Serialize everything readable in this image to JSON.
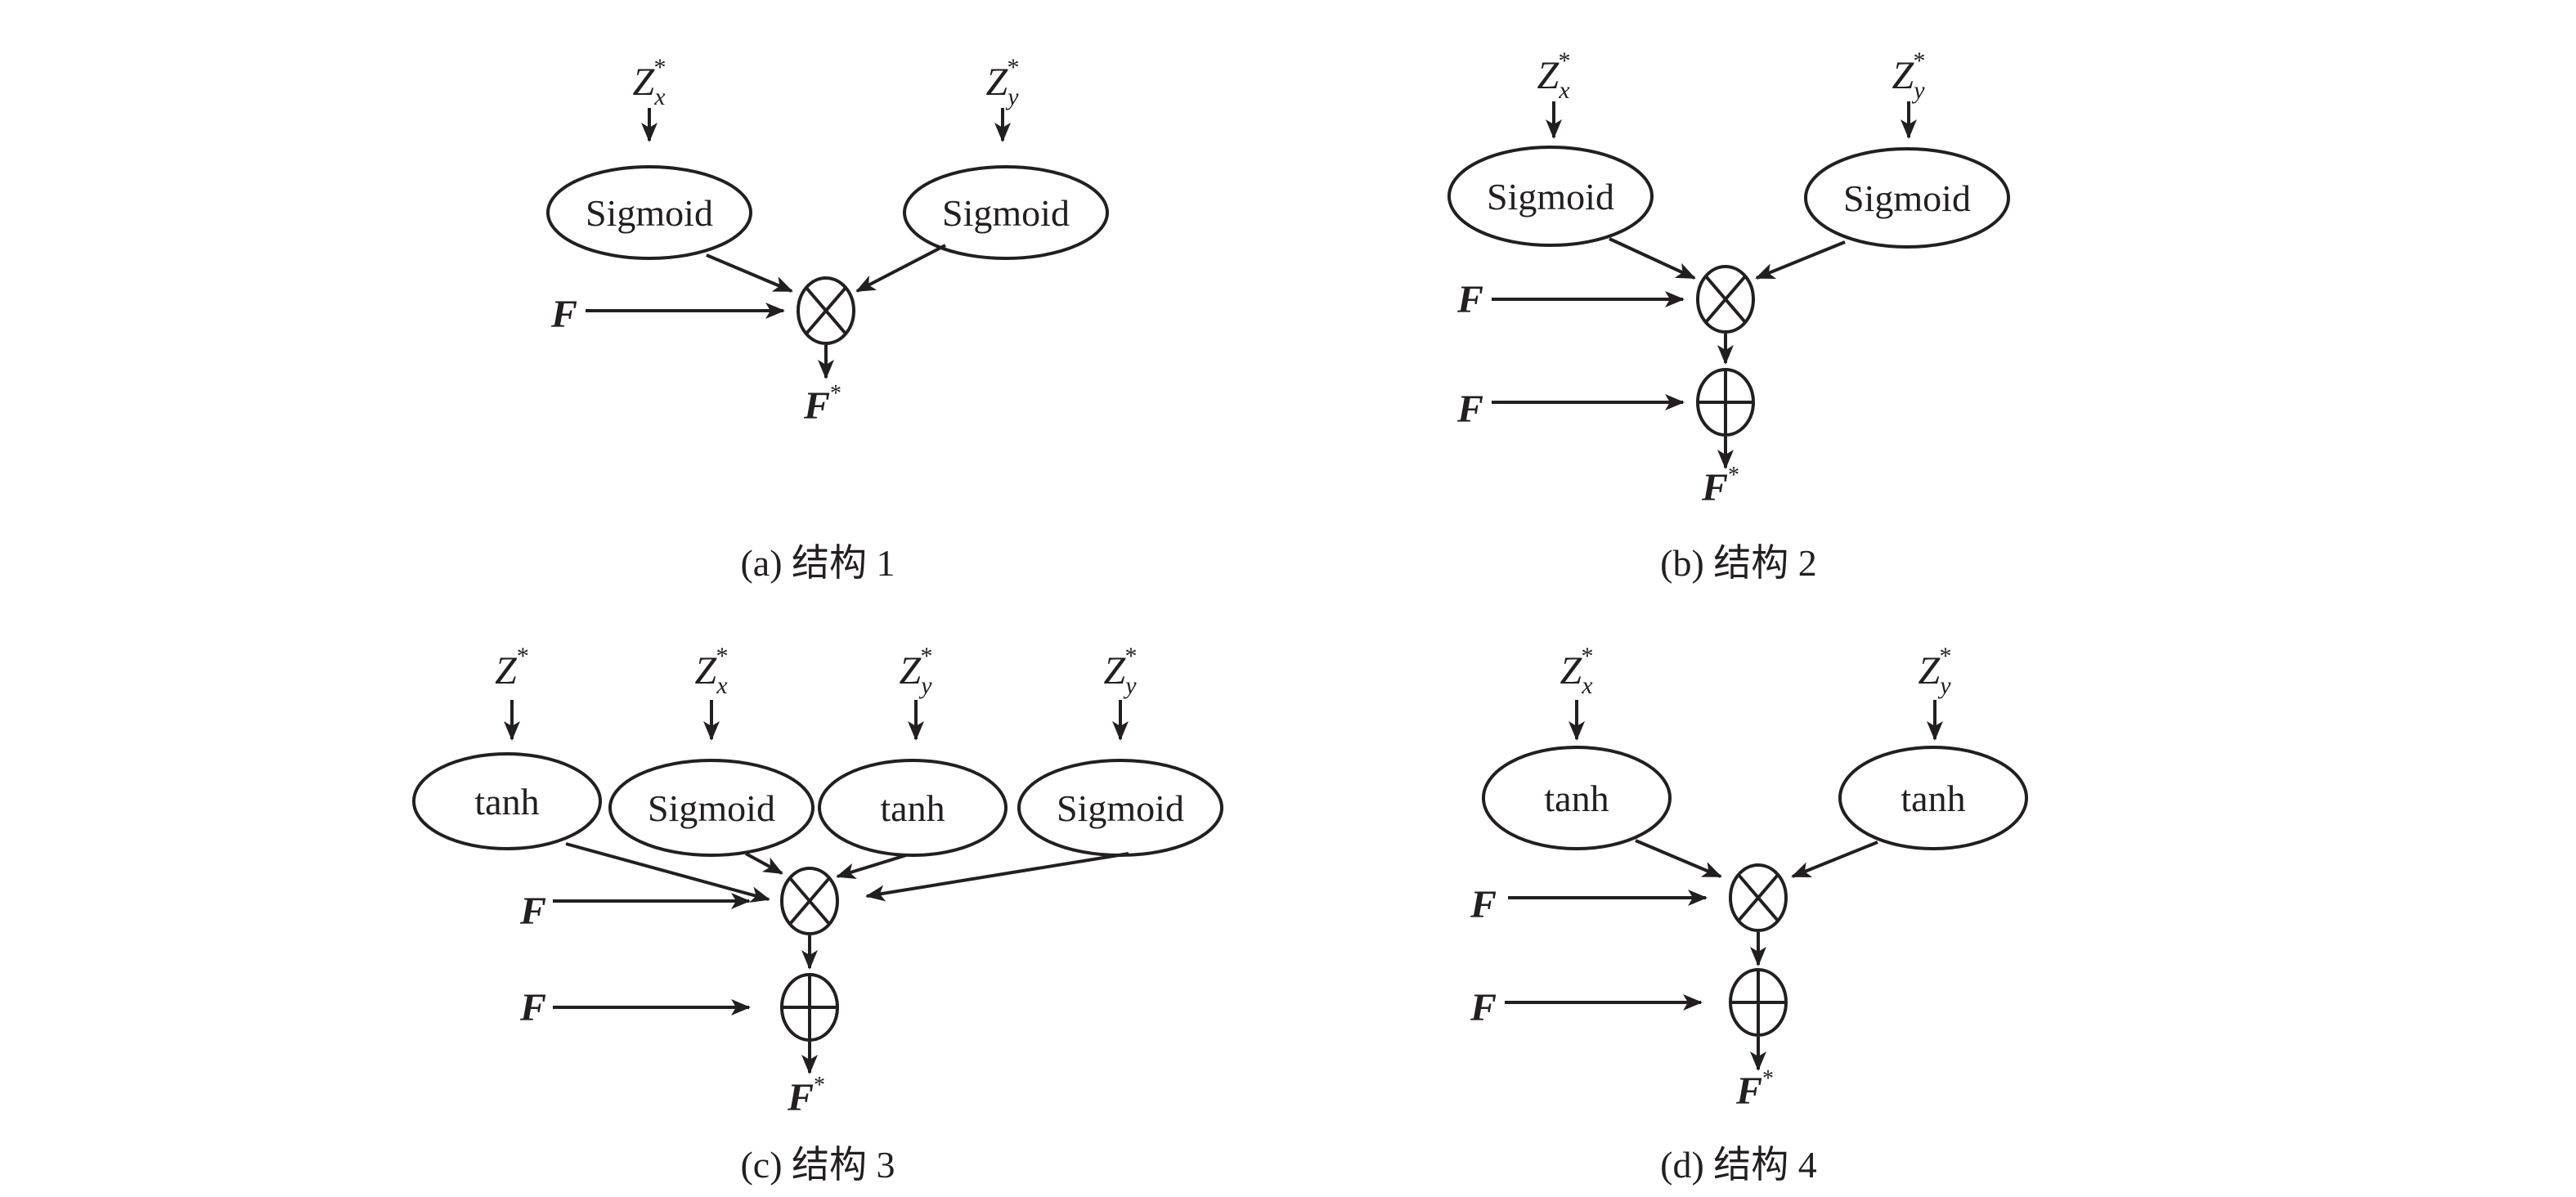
{
  "figure": {
    "panels": [
      {
        "id": "a",
        "caption": "(a) 结构 1",
        "inputs": [
          {
            "base": "Z",
            "sub": "x",
            "sup": "*"
          },
          {
            "base": "Z",
            "sub": "y",
            "sup": "*"
          }
        ],
        "nodes": [
          "Sigmoid",
          "Sigmoid"
        ],
        "ops": [
          {
            "type": "multiply",
            "symbol": "⊗",
            "side_input": "F"
          }
        ],
        "output": {
          "base": "F",
          "sup": "*"
        }
      },
      {
        "id": "b",
        "caption": "(b) 结构 2",
        "inputs": [
          {
            "base": "Z",
            "sub": "x",
            "sup": "*"
          },
          {
            "base": "Z",
            "sub": "y",
            "sup": "*"
          }
        ],
        "nodes": [
          "Sigmoid",
          "Sigmoid"
        ],
        "ops": [
          {
            "type": "multiply",
            "symbol": "⊗",
            "side_input": "F"
          },
          {
            "type": "add",
            "symbol": "⊕",
            "side_input": "F"
          }
        ],
        "output": {
          "base": "F",
          "sup": "*"
        }
      },
      {
        "id": "c",
        "caption": "(c) 结构 3",
        "inputs": [
          {
            "base": "Z",
            "sub": "",
            "sup": "*"
          },
          {
            "base": "Z",
            "sub": "x",
            "sup": "*"
          },
          {
            "base": "Z",
            "sub": "y",
            "sup": "*"
          },
          {
            "base": "Z",
            "sub": "y",
            "sup": "*"
          }
        ],
        "nodes": [
          "tanh",
          "Sigmoid",
          "tanh",
          "Sigmoid"
        ],
        "ops": [
          {
            "type": "multiply",
            "symbol": "⊗",
            "side_input": "F"
          },
          {
            "type": "add",
            "symbol": "⊕",
            "side_input": "F"
          }
        ],
        "output": {
          "base": "F",
          "sup": "*"
        }
      },
      {
        "id": "d",
        "caption": "(d) 结构 4",
        "inputs": [
          {
            "base": "Z",
            "sub": "x",
            "sup": "*"
          },
          {
            "base": "Z",
            "sub": "y",
            "sup": "*"
          }
        ],
        "nodes": [
          "tanh",
          "tanh"
        ],
        "ops": [
          {
            "type": "multiply",
            "symbol": "⊗",
            "side_input": "F"
          },
          {
            "type": "add",
            "symbol": "⊕",
            "side_input": "F"
          }
        ],
        "output": {
          "base": "F",
          "sup": "*"
        }
      }
    ]
  }
}
